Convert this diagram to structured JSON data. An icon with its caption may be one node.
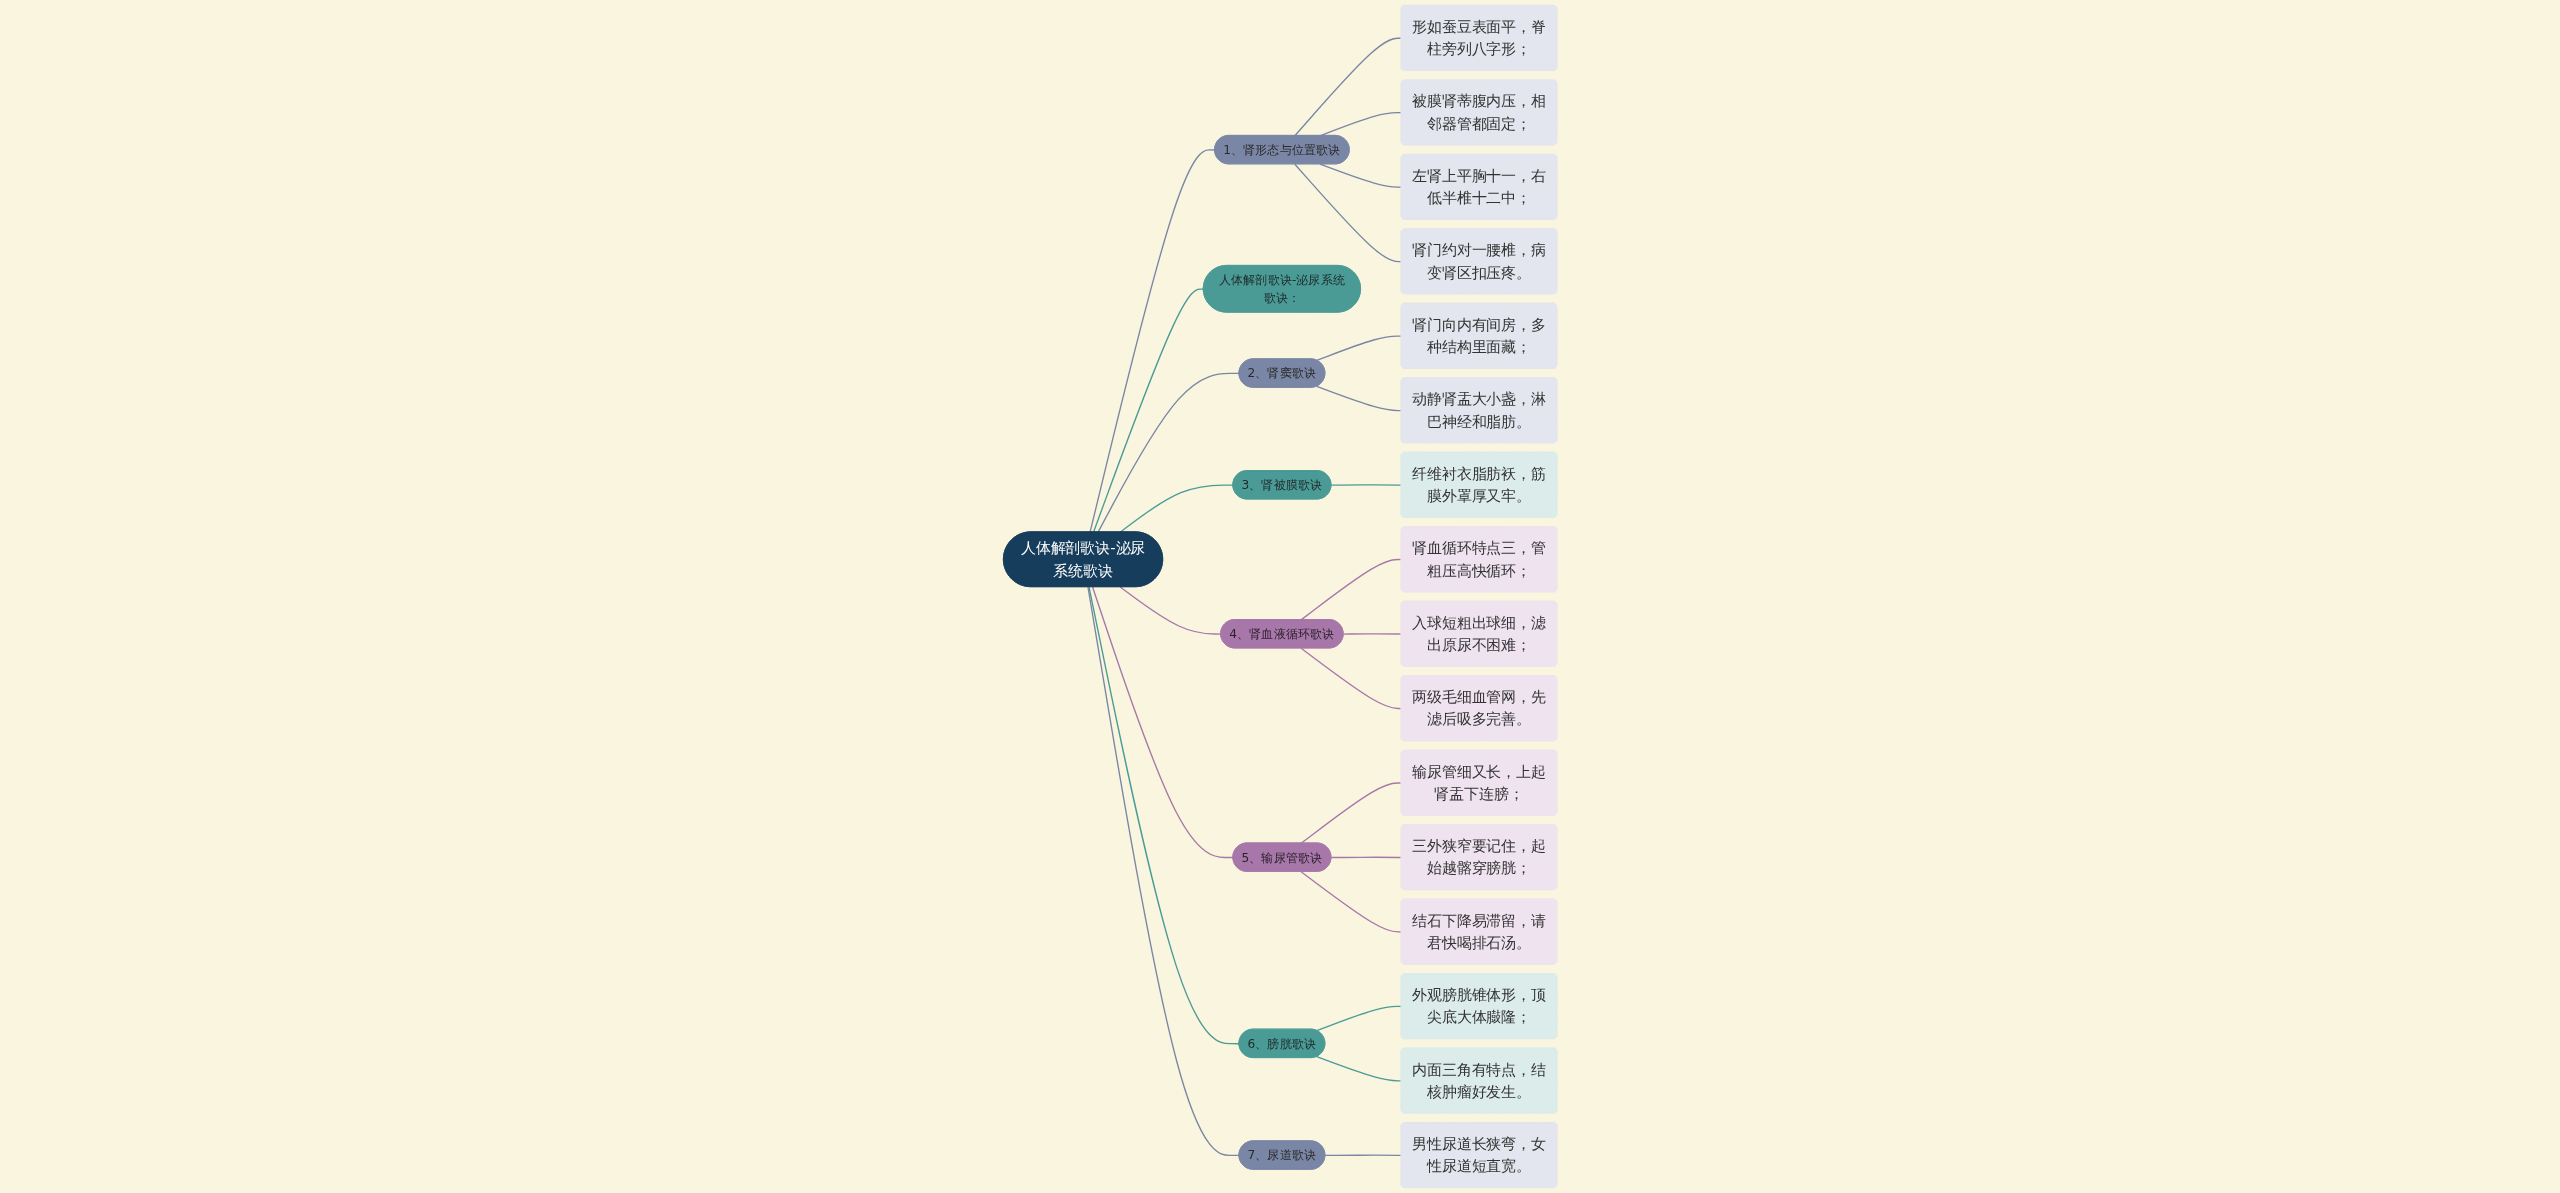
{
  "diagram": {
    "nodes": [
      {
        "text": [
          "人体解剖歌诀-泌尿系统歌诀"
        ]
      },
      {
        "text": [
          "1、肾形态与位置歌诀"
        ]
      },
      {
        "text": [
          "形如蚕豆表面平，脊柱旁列八字形；"
        ]
      },
      {
        "text": [
          "被膜肾蒂腹内压，相邻器管都固定；"
        ]
      },
      {
        "text": [
          "左肾上平胸十一，右低半椎十二中；"
        ]
      },
      {
        "text": [
          "肾门约对一腰椎，病变肾区扣压疼。"
        ]
      },
      {
        "text": [
          "人体解剖歌诀-泌尿系统歌诀："
        ]
      },
      {
        "text": [
          "2、肾窦歌诀"
        ]
      },
      {
        "text": [
          "肾门向内有间房，多种结构里面藏；"
        ]
      },
      {
        "text": [
          "动静肾盂大小盏，淋巴神经和脂肪。"
        ]
      },
      {
        "text": [
          "3、肾被膜歌诀"
        ]
      },
      {
        "text": [
          "纤维衬衣脂肪袄，筋膜外罩厚又牢。"
        ]
      },
      {
        "text": [
          "4、肾血液循环歌诀"
        ]
      },
      {
        "text": [
          "肾血循环特点三，管粗压高快循环；"
        ]
      },
      {
        "text": [
          "入球短粗出球细，滤出原尿不困难；"
        ]
      },
      {
        "text": [
          "两级毛细血管网，先滤后吸多完善。"
        ]
      },
      {
        "text": [
          "5、输尿管歌诀"
        ]
      },
      {
        "text": [
          "输尿管细又长，上起肾盂下连膀；"
        ]
      },
      {
        "text": [
          "三外狭窄要记住，起始越髂穿膀胱；"
        ]
      },
      {
        "text": [
          "结石下降易滞留，请君快喝排石汤。"
        ]
      },
      {
        "text": [
          "6、膀胱歌诀"
        ]
      },
      {
        "text": [
          "外观膀胱锥体形，顶尖底大体臌隆；"
        ]
      },
      {
        "text": [
          "内面三角有特点，结核肿瘤好发生。"
        ]
      },
      {
        "text": [
          "7、尿道歌诀"
        ]
      },
      {
        "text": [
          "男性尿道长狭弯，女性尿道短直宽。"
        ]
      }
    ],
    "edges": [
      {
        "from": 0,
        "to": 1,
        "arrow": "none"
      },
      {
        "from": 1,
        "to": 2,
        "arrow": "none"
      },
      {
        "from": 1,
        "to": 3,
        "arrow": "none"
      },
      {
        "from": 1,
        "to": 4,
        "arrow": "none"
      },
      {
        "from": 1,
        "to": 5,
        "arrow": "none"
      },
      {
        "from": 0,
        "to": 6,
        "arrow": "none",
        "color": "#4a9a96"
      },
      {
        "from": 0,
        "to": 7,
        "arrow": "none"
      },
      {
        "from": 7,
        "to": 8,
        "arrow": "none"
      },
      {
        "from": 7,
        "to": 9,
        "arrow": "none"
      },
      {
        "from": 0,
        "to": 10,
        "arrow": "none",
        "color": "#4a9a96"
      },
      {
        "from": 10,
        "to": 11,
        "arrow": "none",
        "color": "#4a9a96"
      },
      {
        "from": 0,
        "to": 12,
        "arrow": "none",
        "color": "#a777a9"
      },
      {
        "from": 12,
        "to": 13,
        "arrow": "none",
        "color": "#a777a9"
      },
      {
        "from": 12,
        "to": 14,
        "arrow": "none",
        "color": "#a777a9"
      },
      {
        "from": 12,
        "to": 15,
        "arrow": "none",
        "color": "#a777a9"
      },
      {
        "from": 0,
        "to": 16,
        "arrow": "none",
        "color": "#a777a9"
      },
      {
        "from": 16,
        "to": 17,
        "arrow": "none",
        "color": "#a777a9"
      },
      {
        "from": 16,
        "to": 18,
        "arrow": "none",
        "color": "#a777a9"
      },
      {
        "from": 16,
        "to": 19,
        "arrow": "none",
        "color": "#a777a9"
      },
      {
        "from": 0,
        "to": 20,
        "arrow": "none",
        "color": "#4a9a96"
      },
      {
        "from": 20,
        "to": 21,
        "arrow": "none",
        "color": "#4a9a96"
      },
      {
        "from": 20,
        "to": 22,
        "arrow": "none",
        "color": "#4a9a96"
      },
      {
        "from": 0,
        "to": 23,
        "arrow": "none"
      },
      {
        "from": 23,
        "to": 24,
        "arrow": "none"
      }
    ]
  }
}
